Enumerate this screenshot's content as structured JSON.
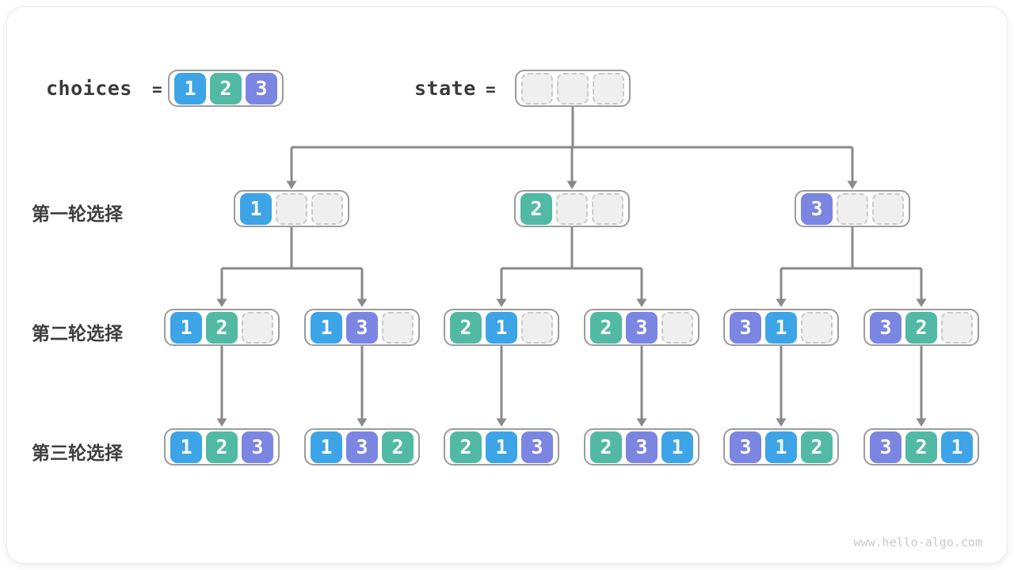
{
  "header": {
    "choices_label": "choices",
    "choices_equals": "=",
    "choices_values": [
      1,
      2,
      3
    ],
    "state_label": "state",
    "state_equals": "=",
    "state_values": [
      null,
      null,
      null
    ]
  },
  "rows": [
    {
      "label": "第一轮选择",
      "nodes": [
        [
          1,
          null,
          null
        ],
        [
          2,
          null,
          null
        ],
        [
          3,
          null,
          null
        ]
      ]
    },
    {
      "label": "第二轮选择",
      "nodes": [
        [
          1,
          2,
          null
        ],
        [
          1,
          3,
          null
        ],
        [
          2,
          1,
          null
        ],
        [
          2,
          3,
          null
        ],
        [
          3,
          1,
          null
        ],
        [
          3,
          2,
          null
        ]
      ]
    },
    {
      "label": "第三轮选择",
      "nodes": [
        [
          1,
          2,
          3
        ],
        [
          1,
          3,
          2
        ],
        [
          2,
          1,
          3
        ],
        [
          2,
          3,
          1
        ],
        [
          3,
          1,
          2
        ],
        [
          3,
          2,
          1
        ]
      ]
    }
  ],
  "footer": {
    "watermark": "www.hello-algo.com"
  },
  "colors": {
    "1": "#3DA4E8",
    "2": "#52B9A5",
    "3": "#7B85E2",
    "line": "#8A8A8A",
    "empty_fill": "#EFEFEF",
    "empty_border": "#C9C9C9"
  }
}
